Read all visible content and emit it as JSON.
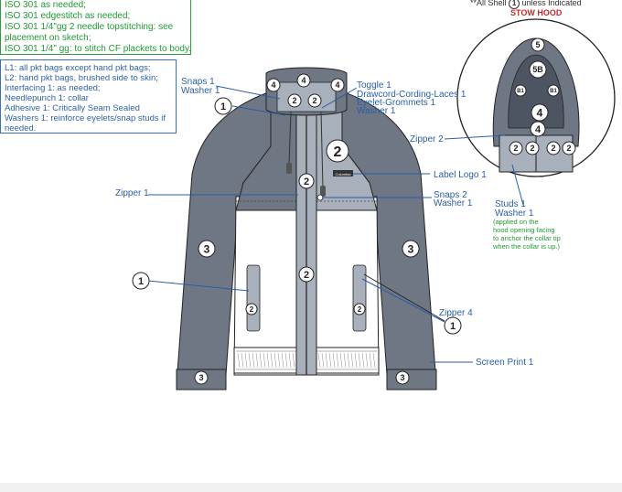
{
  "stitch_notes": [
    "ISO 301 as needed;",
    "ISO 301 edgestitch as needed;",
    "ISO 301 1/4\"gg 2 needle topstitching: see",
    "placement on sketch;",
    "ISO 301 1/4\" gg: to stitch CF plackets to body."
  ],
  "material_notes": [
    "L1: all pkt bags except hand pkt bags;",
    "L2: hand pkt bags, brushed side to skin;",
    "Interfacing 1: as needed;",
    "Needlepunch 1: collar",
    "Adhesive 1: Critically Seam Sealed",
    "Washers 1: reinforce eyelets/snap studs if",
    "needed."
  ],
  "header_note": {
    "prefix": "**All Shell",
    "marker": "1",
    "suffix": "unless Indicated"
  },
  "stow_hood_title": "STOW HOOD",
  "callouts": {
    "snaps": "Snaps 1",
    "washer_top": "Washer 1",
    "toggle": "Toggle 1",
    "drawcord": "Drawcord-Cording-Laces 1",
    "eyelet": "Eyelet-Grommets 1",
    "washer_eyelet": "Washer 1",
    "zipper2": "Zipper 2",
    "label_logo": "Label Logo 1",
    "zipper1": "Zipper 1",
    "snaps2": "Snaps 2",
    "washer_snaps2": "Washer 1",
    "studs": "Studs 1",
    "washer_studs": "Washer 1",
    "zipper4": "Zipper 4",
    "screen_print": "Screen Print 1"
  },
  "studs_note": [
    "(applied on the",
    "hood opening facing",
    "to anchor the collar tip",
    "when the collar is up.)"
  ],
  "marker_numbers": {
    "one": "1",
    "two": "2",
    "three": "3",
    "four": "4",
    "five": "5",
    "five_b": "5B",
    "b1": "B1"
  },
  "logo_text": "Columbia",
  "colors": {
    "dark_gray": "#6f7784",
    "light_gray": "#a7b0bb",
    "blue_line": "#2a5ea6",
    "green_note": "#1f9a33"
  }
}
